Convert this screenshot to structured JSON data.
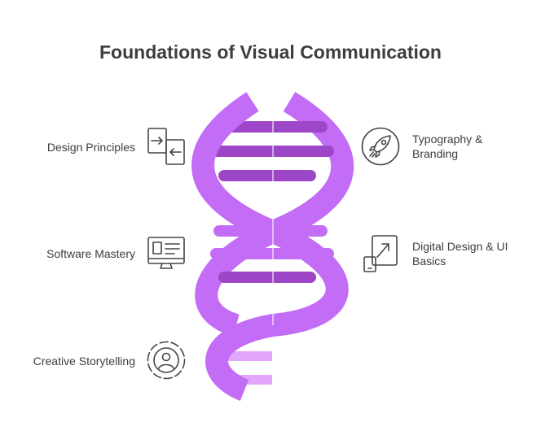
{
  "title": "Foundations of Visual Communication",
  "items": [
    {
      "label": "Design Principles",
      "icon": "swap-arrows-icon",
      "side": "left"
    },
    {
      "label": "Typography &\nBranding",
      "icon": "rocket-icon",
      "side": "right"
    },
    {
      "label": "Software Mastery",
      "icon": "monitor-layout-icon",
      "side": "left"
    },
    {
      "label": "Digital Design & UI\nBasics",
      "icon": "resize-device-icon",
      "side": "right"
    },
    {
      "label": "Creative Storytelling",
      "icon": "user-circle-icon",
      "side": "left"
    }
  ],
  "colors": {
    "strand": "#c36cf6",
    "rung_dark": "#9d47c8",
    "rung_light": "#e2a6fb",
    "text": "#3d3d3d",
    "icon": "#454545"
  }
}
